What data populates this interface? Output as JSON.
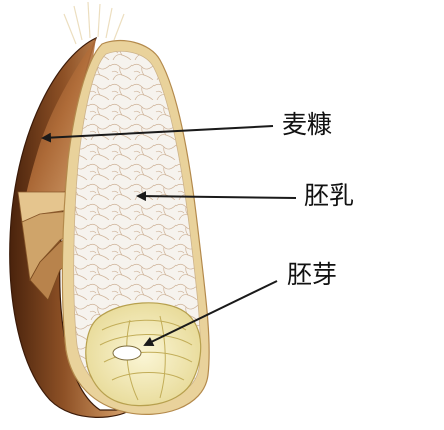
{
  "labels": {
    "bran": "麦糠",
    "endosperm": "胚乳",
    "germ": "胚芽"
  },
  "colors": {
    "bran_dark": "#5a2e12",
    "bran_mid": "#9a5a2c",
    "bran_light": "#c9905a",
    "rim": "#e7cf97",
    "endosperm": "#f4f1ec",
    "endosperm_lines": "#c9a98a",
    "germ": "#efe7b2",
    "germ_lines": "#c7b462",
    "arrow": "#1a1a1a"
  }
}
